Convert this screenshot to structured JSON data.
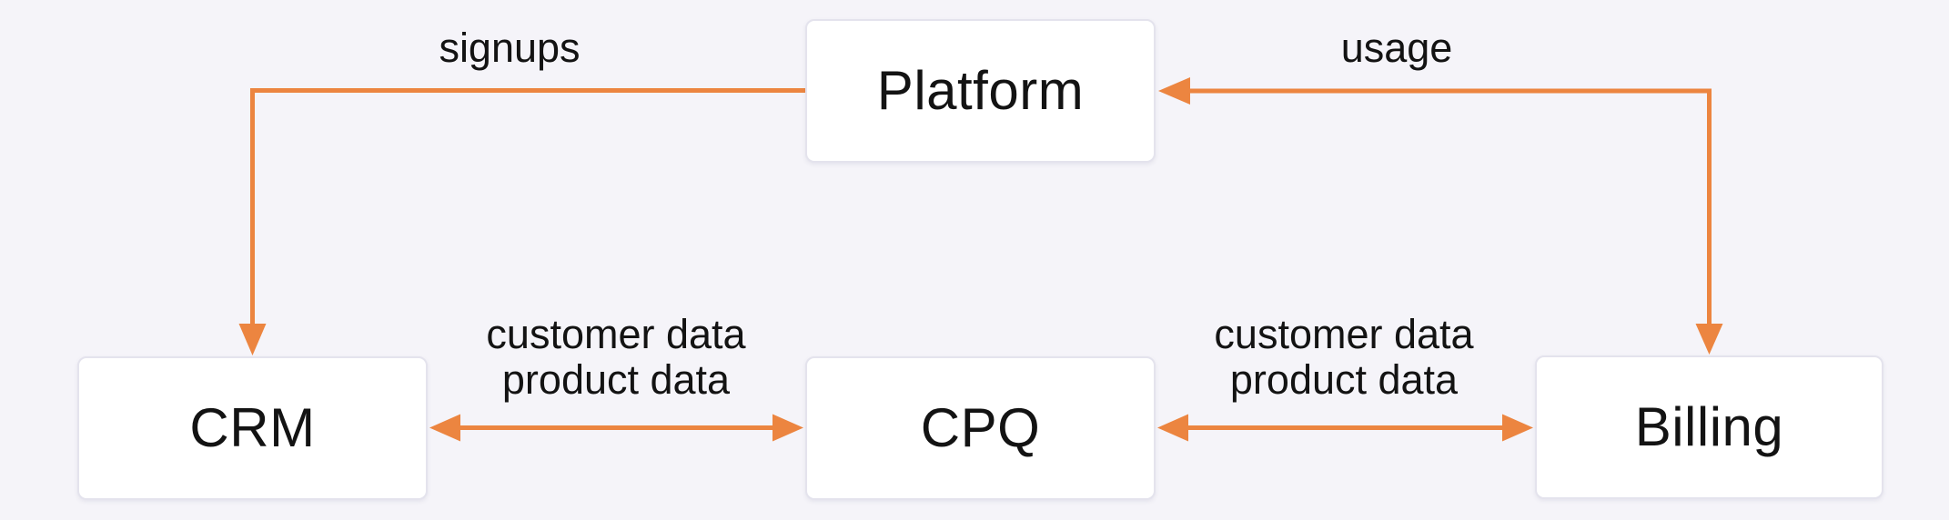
{
  "diagram": {
    "nodes": {
      "platform": {
        "label": "Platform"
      },
      "crm": {
        "label": "CRM"
      },
      "cpq": {
        "label": "CPQ"
      },
      "billing": {
        "label": "Billing"
      }
    },
    "edges": {
      "signups": {
        "label": "signups",
        "from": "Platform",
        "to": "CRM",
        "direction": "one-way",
        "shape": "elbow"
      },
      "usage": {
        "label": "usage",
        "from": "Billing",
        "to": "Platform",
        "direction": "two-way",
        "shape": "elbow"
      },
      "crm_cpq": {
        "label_line1": "customer data",
        "label_line2": "product data",
        "from": "CRM",
        "to": "CPQ",
        "direction": "two-way",
        "shape": "straight"
      },
      "cpq_billing": {
        "label_line1": "customer data",
        "label_line2": "product data",
        "from": "CPQ",
        "to": "Billing",
        "direction": "two-way",
        "shape": "straight"
      }
    }
  },
  "colors": {
    "background": "#f5f4f9",
    "arrow": "#ec8540",
    "node_background": "#ffffff",
    "node_border": "#e4e3ed",
    "text": "#131313"
  }
}
